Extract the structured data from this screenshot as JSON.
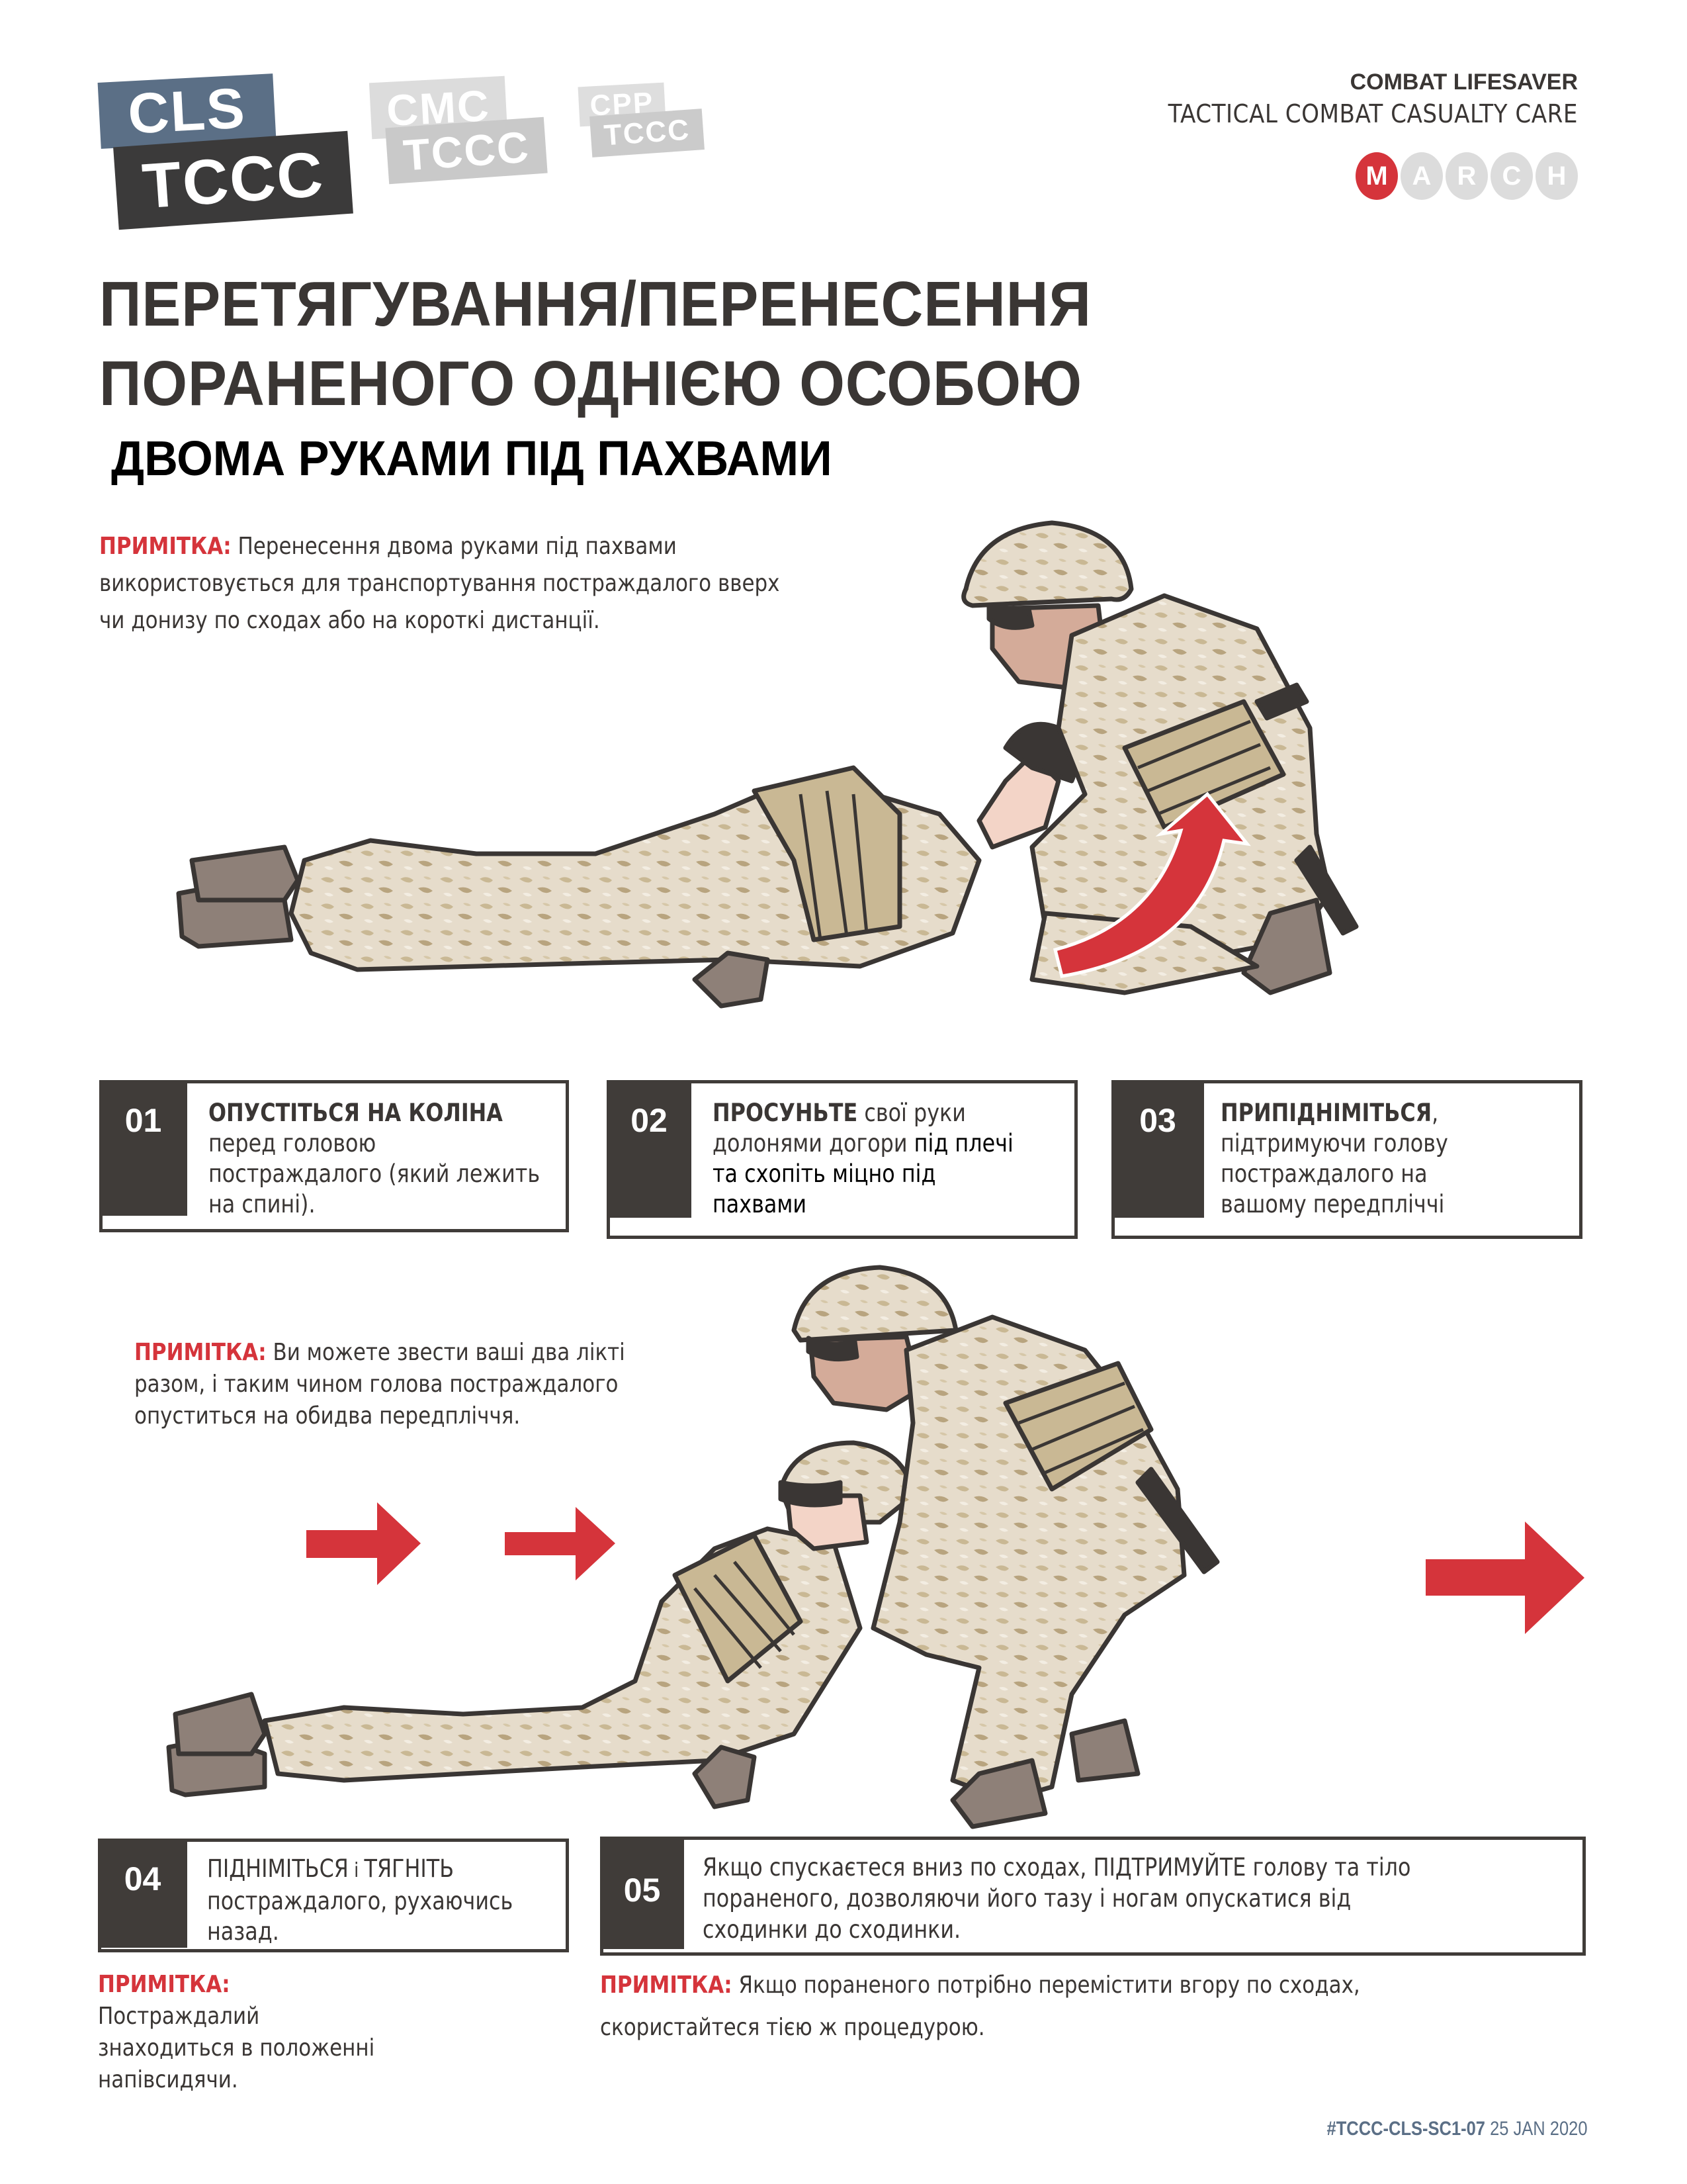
{
  "logos": {
    "cls": {
      "top": "CLS",
      "bottom": "TCCC"
    },
    "cmc": {
      "top": "CMC",
      "bottom": "TCCC"
    },
    "cpp": {
      "top": "CPP",
      "bottom": "TCCC"
    }
  },
  "header": {
    "line1": "COMBAT LIFESAVER",
    "line2": "TACTICAL COMBAT CASUALTY CARE",
    "march": [
      {
        "letter": "M",
        "active": true
      },
      {
        "letter": "A",
        "active": false
      },
      {
        "letter": "R",
        "active": false
      },
      {
        "letter": "C",
        "active": false
      },
      {
        "letter": "H",
        "active": false
      }
    ]
  },
  "title": {
    "line1": "ПЕРЕТЯГУВАННЯ/ПЕРЕНЕСЕННЯ",
    "line2": "ПОРАНЕНОГО ОДНІЄЮ ОСОБОЮ",
    "subtitle": "ДВОМА РУКАМИ ПІД ПАХВАМИ"
  },
  "note_top": {
    "label": "ПРИМІТКА:",
    "lines": [
      "Перенесення двома руками під пахвами",
      "використовується для транспортування постраждалого вверх",
      "чи донизу по сходах або на короткі дистанції."
    ]
  },
  "steps": [
    {
      "num": "01",
      "bold": "ОПУСТІТЬСЯ НА КОЛІНА",
      "lines": [
        "перед головою",
        "постраждалого (який лежить",
        "на спині)."
      ]
    },
    {
      "num": "02",
      "bold": "ПРОСУНЬТЕ",
      "rest1": " свої руки",
      "line2a": "долонями догори ",
      "line2b": "під плечі",
      "line3": "та схопіть міцно під",
      "line4": "пахвами"
    },
    {
      "num": "03",
      "bold": "ПРИПІДНІМІТЬСЯ",
      "rest1": ",",
      "lines": [
        "підтримуючи голову",
        "постраждалого на",
        "вашому передпліччі"
      ]
    },
    {
      "num": "04",
      "bold": "ПІДНІМІТЬСЯ",
      "mid": " і ",
      "bold2": "ТЯГНІТЬ",
      "lines": [
        "постраждалого, рухаючись",
        "назад."
      ]
    },
    {
      "num": "05",
      "lines": [
        "Якщо спускаєтеся вниз по сходах, ПІДТРИМУЙТЕ голову та тіло",
        "пораненого, дозволяючи його тазу і ногам опускатися від",
        "сходинки до сходинки."
      ]
    }
  ],
  "note_middle": {
    "label": "ПРИМІТКА:",
    "line1_rest": " Ви можете звести ваші два лікті",
    "line2": "разом, і таким чином голова постраждалого",
    "line3": "опуститься на обидва передпліччя."
  },
  "note_step4": {
    "label": "ПРИМІТКА:",
    "lines": [
      "Постраждалий",
      "знаходиться в положенні",
      "напівсидячи."
    ]
  },
  "note_step5": {
    "label": "ПРИМІТКА:",
    "line1_rest": " Якщо пораненого потрібно перемістити вгору по сходах,",
    "line2": "скористайтеся тією ж процедурою."
  },
  "footer": {
    "code": "#TCCC-CLS-SC1-07",
    "date": " 25 JAN 2020"
  },
  "colors": {
    "accent_red": "#d5343b",
    "dark": "#403c39",
    "slate": "#5b6f86",
    "camo_base": "#e4d8c4",
    "camo_dark": "#c8b896",
    "boot": "#8e8078"
  },
  "illustrations": [
    {
      "name": "kneeling-rescuer-with-casualty",
      "arrow": "curved-up-arrow"
    },
    {
      "name": "dragging-casualty-backwards",
      "arrows": [
        "right-arrow",
        "right-arrow",
        "right-arrow"
      ]
    }
  ]
}
